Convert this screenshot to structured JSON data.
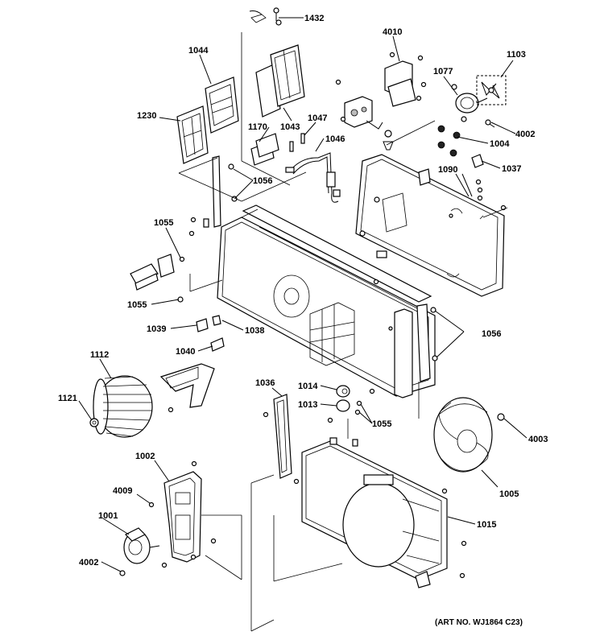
{
  "callouts": {
    "p1432": "1432",
    "p4010": "4010",
    "p1103": "1103",
    "p1044": "1044",
    "p1077": "1077",
    "p1230": "1230",
    "p1047": "1047",
    "p1170": "1170",
    "p1043": "1043",
    "p1046": "1046",
    "p4002a": "4002",
    "p1004": "1004",
    "p1090": "1090",
    "p1037": "1037",
    "p1056a": "1056",
    "p1055a": "1055",
    "p1055b": "1055",
    "p1039": "1039",
    "p1038": "1038",
    "p1056b": "1056",
    "p1040": "1040",
    "p1112": "1112",
    "p1036": "1036",
    "p1014": "1014",
    "p1013": "1013",
    "p1055c": "1055",
    "p1121": "1121",
    "p4003": "4003",
    "p1002": "1002",
    "p1005": "1005",
    "p4009": "4009",
    "p1001": "1001",
    "p1015": "1015",
    "p4002b": "4002"
  },
  "art_number": "(ART NO. WJ1864 C23)"
}
